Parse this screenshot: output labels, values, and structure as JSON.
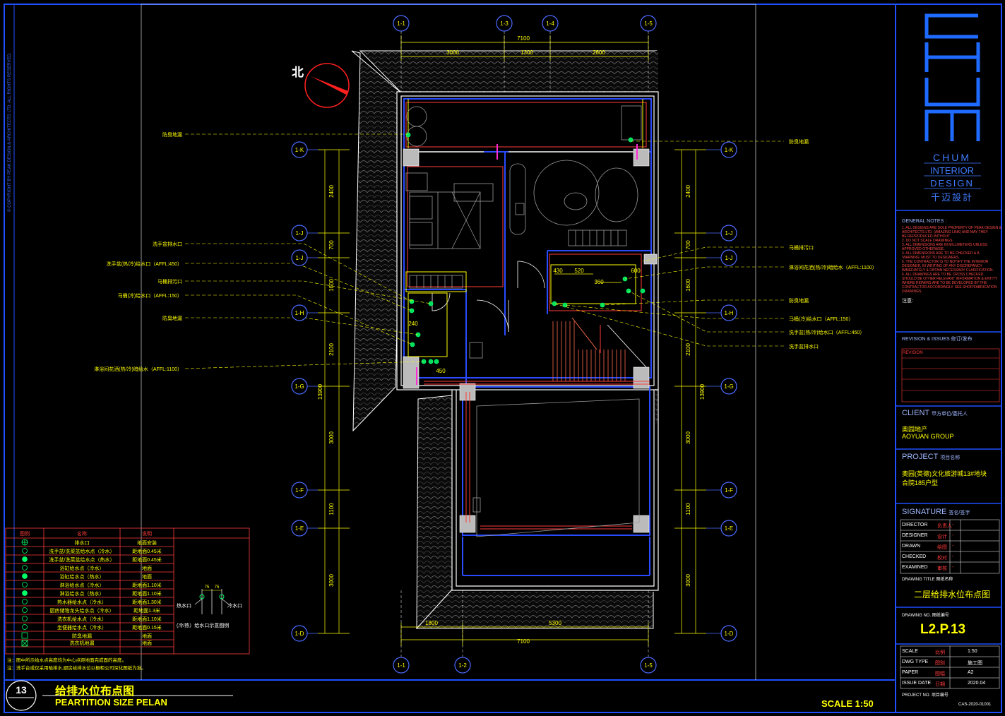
{
  "copyright": "© COPYRIGHT BY PEAK DESIGN & ARCHITECTS LTD. ALL RIGHTS RESERVED.",
  "north_label": "北",
  "logo": {
    "big_letters": "CHUM",
    "line1": "CHUM",
    "line2": "INTERIOR",
    "line3": "DESIGN",
    "line4": "千迈設計"
  },
  "grid": {
    "top": [
      "1-1",
      "1-3",
      "1-4",
      "1-5"
    ],
    "bottom": [
      "1-1",
      "1-2",
      "1-5"
    ],
    "left": [
      "1-K",
      "1-J",
      "1-J",
      "1-H",
      "1-G",
      "1-F",
      "1-E",
      "1-D"
    ],
    "right": [
      "1-K",
      "1-J",
      "1-J",
      "1-H",
      "1-G",
      "1-F",
      "1-E",
      "1-D"
    ]
  },
  "dims": {
    "top_total": "7100",
    "top_parts": [
      "3000",
      "1300",
      "2800"
    ],
    "bottom_total": "7100",
    "bottom_parts": [
      "1800",
      "5300"
    ],
    "left_parts": [
      "2400",
      "700",
      "1600",
      "2100",
      "3000",
      "1100",
      "3000"
    ],
    "left_total": "13900",
    "right_parts": [
      "2400",
      "700",
      "1600",
      "2100",
      "3000",
      "1100",
      "3000"
    ],
    "right_total": "13900",
    "interior": [
      "430",
      "520",
      "360",
      "600",
      "240",
      "450"
    ]
  },
  "callouts_left": [
    "防臭地漏",
    "洗手盆排水口",
    "洗手盆(热/冷)给水口（AFFL:450）",
    "马桶排污口",
    "马桶(冷)给水口（AFFL:150）",
    "防臭地漏",
    "淋浴间花洒(热/冷)暗给水（AFFL:1100）"
  ],
  "callouts_right": [
    "防臭地漏",
    "马桶排污口",
    "淋浴间花洒(热/冷)暗给水（AFFL:1100）",
    "防臭地漏",
    "马桶(冷)给水口（AFFL:150）",
    "洗手盆(热/冷)给水口（AFFL:450）",
    "洗手盆排水口"
  ],
  "legend": {
    "headers": [
      "图例",
      "名称",
      "说明"
    ],
    "rows": [
      [
        "排水口",
        "地面安装"
      ],
      [
        "洗手盆/洗菜盆给水点（冷水）",
        "距地面0.45米"
      ],
      [
        "洗手盆/洗菜盆给水点（热水）",
        "距地面0.45米"
      ],
      [
        "浴缸给水点（冷水）",
        "地面"
      ],
      [
        "浴缸给水点（热水）",
        "地面"
      ],
      [
        "淋浴给水点（冷水）",
        "距地面1.10米"
      ],
      [
        "淋浴给水点（热水）",
        "距地面1.10米"
      ],
      [
        "热水器给水点（冷水）",
        "距地面1.30米"
      ],
      [
        "厨房储物龙头给水点（冷水）",
        "距地面1.3米"
      ],
      [
        "洗衣机给水点（冷水）",
        "距地面1.10米"
      ],
      [
        "坐便器给水点（冷水）",
        "距地面0.15米"
      ],
      [
        "防臭地漏",
        "地面"
      ],
      [
        "洗衣机地漏",
        "地面"
      ]
    ],
    "notes": [
      "注：图中所示给水点高度均为中心点距地面完成面的高度。",
      "注：洗手台或仅采用暗排水,厨房给排水位以橱柜公司深化图纸为准。"
    ]
  },
  "outlet_example": {
    "dims": [
      "75",
      "75"
    ],
    "hot": "热水口",
    "cold": "冷水口",
    "caption": "(冷/热）给水口示意图例"
  },
  "title_block": {
    "number": "13",
    "title_cn": "给排水位布点图",
    "title_en": "PEARTITION SIZE PELAN",
    "scale": "SCALE  1:50"
  },
  "side": {
    "general_notes_title": "GENERAL NOTES :",
    "general_notes": [
      "1. ALL DESIGNS ARE SOLE PROPERTY OF PEAK DESIGN &",
      "   ARCHITECTS LTD. (AMAZING LINK) AND MAY THEY",
      "   BE REPRODUCED WITHOUT",
      "2. DO NOT SCALE DRAWINGS.",
      "3. ALL DIMENSIONS ARE IN MILLIMETERS UNLESS",
      "   APPROVED OTHERWISE.",
      "4. ALL DIMENSIONS ARE TO BE CHECKED & A",
      "   'WARNING' MUST TO DESIGNERS.",
      "5. THE CONTRACTOR IS TO NOTIFY THE INTERIOR",
      "   DESIGNER, IN WRITING OF ANY DISCREPANCY",
      "   IMMEDIATELY & OBTAIN NECESSARY CLARIFICATION.",
      "6. ALL DRAWINGS ARE TO BE CROSS CHECKED",
      "   SHOULD BE OTHER RELEVANT INFORMATION & ENTITY",
      "   WHERE REPAIRS ARE TO BE DEVELOPED BY THE",
      "   CONTRACTOR ACCORDINGLY. SEE SHOP/FABRICATION",
      "   DRAWINGS."
    ],
    "notes_cn_title": "注意:",
    "revision_title": "REVISION & ISSUES 修订/发布",
    "revision_col": "REVISION",
    "client_title": "CLIENT",
    "client_sub": "甲方单位/委托人",
    "client_cn": "奥园地产",
    "client_en": "AOYUAN GROUP",
    "project_title": "PROJECT",
    "project_sub": "项目名称",
    "project_line1": "奥园(英德)文化旅游城13#地块",
    "project_line2": "合院185户型",
    "signature_title": "SIGNATURE",
    "signature_sub": "签名/签字",
    "sig_rows": [
      [
        "DIRECTOR",
        "负责人",
        "-"
      ],
      [
        "DESIGNER",
        "设计",
        "-"
      ],
      [
        "DRAWN",
        "绘图",
        "-"
      ],
      [
        "CHECKED",
        "校对",
        "-"
      ],
      [
        "EXAMINED",
        "审核",
        "-"
      ]
    ],
    "drawing_title_label": "DRAWING TITLE 图纸名称",
    "drawing_title": "二层给排水位布点图",
    "drawing_no_label": "DRAWING NO. 图纸编号",
    "drawing_no": "L2.P.13",
    "meta": [
      [
        "SCALE",
        "比例",
        "1:50"
      ],
      [
        "DWG TYPE",
        "图别",
        "施工图"
      ],
      [
        "PAPER",
        "图幅",
        "A2"
      ],
      [
        "ISSUE DATE",
        "日期",
        "2020.04"
      ]
    ],
    "project_no_label": "PROJECT NO. 项目编号",
    "project_no": "CAS-2020-01001"
  }
}
